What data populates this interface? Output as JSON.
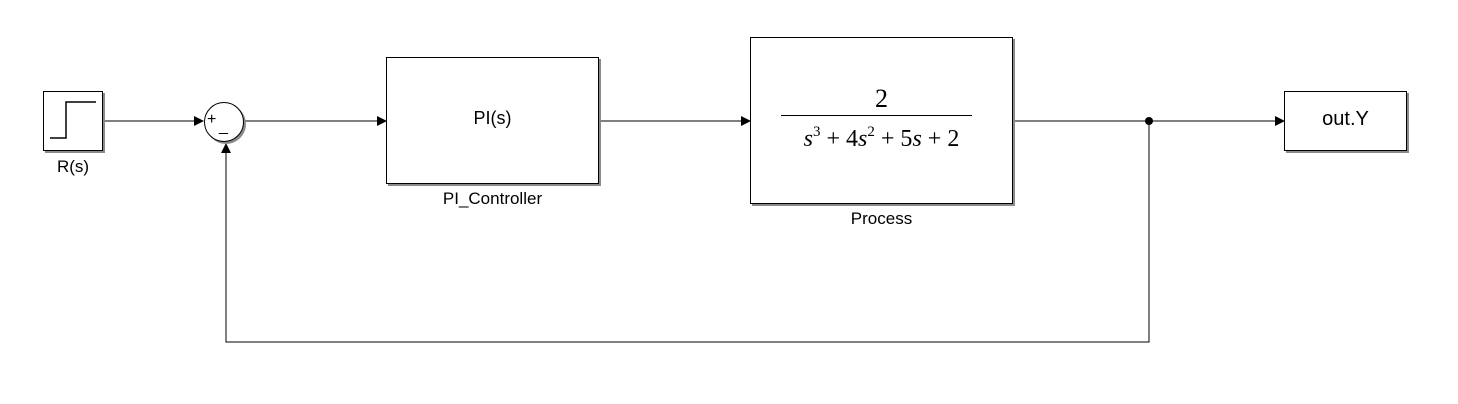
{
  "diagram": {
    "step_block": {
      "label": "R(s)",
      "icon": "step-icon"
    },
    "sum_block": {
      "signs": [
        "+",
        "_"
      ]
    },
    "controller": {
      "text": "PI(s)",
      "caption": "PI_Controller"
    },
    "process": {
      "numerator": "2",
      "denominator": "s^3 + 4s^2 + 5s + 2",
      "caption": "Process"
    },
    "output": {
      "text": "out.Y"
    }
  }
}
